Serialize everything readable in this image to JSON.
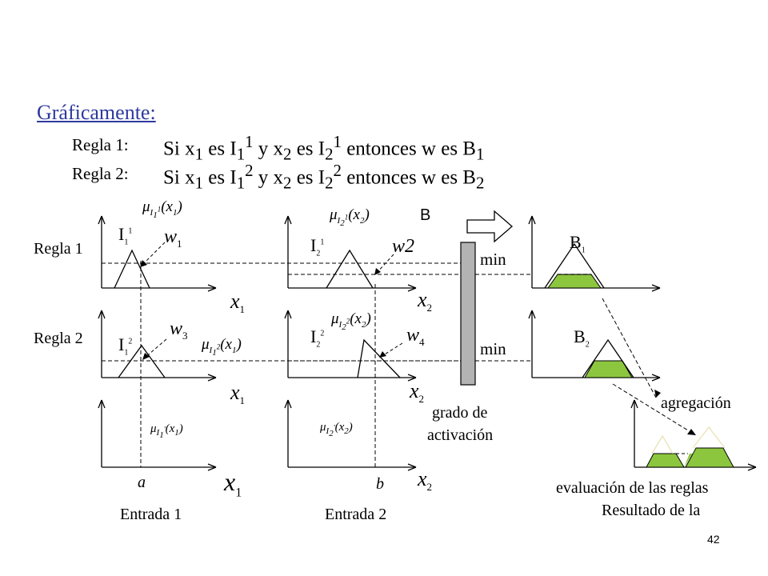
{
  "title": "Gráficamente:",
  "rule1": {
    "label": "Regla 1:",
    "text": "Si x<sub>1</sub> es I<sub>1</sub><sup>1</sup> y x<sub>2</sub> es I<sub>2</sub><sup>1</sup> entonces w es B<sub>1</sub>"
  },
  "rule2": {
    "label": "Regla 2:",
    "text": "Si x<sub>1</sub> es I<sub>1</sub><sup>2</sup> y x<sub>2</sub> es I<sub>2</sub><sup>2</sup> entonces w es B<sub>2</sub>"
  },
  "rows": {
    "regla1": "Regla 1",
    "regla2": "Regla 2"
  },
  "mu": {
    "r1x1": "μ<sub>I<sub>1</sub><sup>1</sup></sub>(x<sub>1</sub>)",
    "r1x2": "μ<sub>I<sub>2</sub><sup>1</sup></sub>(x<sub>2</sub>)",
    "r2x1": "μ<sub>I<sub>1</sub><sup>2</sup></sub>(x<sub>1</sub>)",
    "r2x2": "μ<sub>I<sub>2</sub><sup>2</sup></sub>(x<sub>2</sub>)",
    "in1": "μ<sub>I<sub>1</sub><sup>'</sup></sub>(x<sub>1</sub>)",
    "in2": "μ<sub>I<sub>2</sub><sup>'</sup></sub>(x<sub>2</sub>)"
  },
  "sets": {
    "i11": "I<sub>1</sub><sup>1</sup>",
    "i21": "I<sub>2</sub><sup>1</sup>",
    "i12": "I<sub>1</sub><sup>2</sup>",
    "i22": "I<sub>2</sub><sup>2</sup>",
    "b1": "B<sub>1</sub>",
    "b2": "B<sub>2</sub>"
  },
  "weights": {
    "w1": "w<sub>1</sub>",
    "w2": "w2",
    "w3": "w<sub>3</sub>",
    "w4": "w<sub>4</sub>"
  },
  "axes": {
    "x1": "x<sub>1</sub>",
    "x2": "x<sub>2</sub>"
  },
  "arrow_label": "B",
  "min_label": "min",
  "grado": {
    "line1": "grado de",
    "line2": "activación"
  },
  "agregacion": "agregación",
  "result": {
    "line1": "evaluación de las reglas",
    "line2": "Resultado de la"
  },
  "inputs": {
    "a": "a",
    "b": "b",
    "entrada1": "Entrada 1",
    "entrada2": "Entrada 2"
  },
  "page_number": "42",
  "colors": {
    "title": "#2e3a9e",
    "fill": "#8cc63f",
    "bar": "#b3b3b3"
  }
}
